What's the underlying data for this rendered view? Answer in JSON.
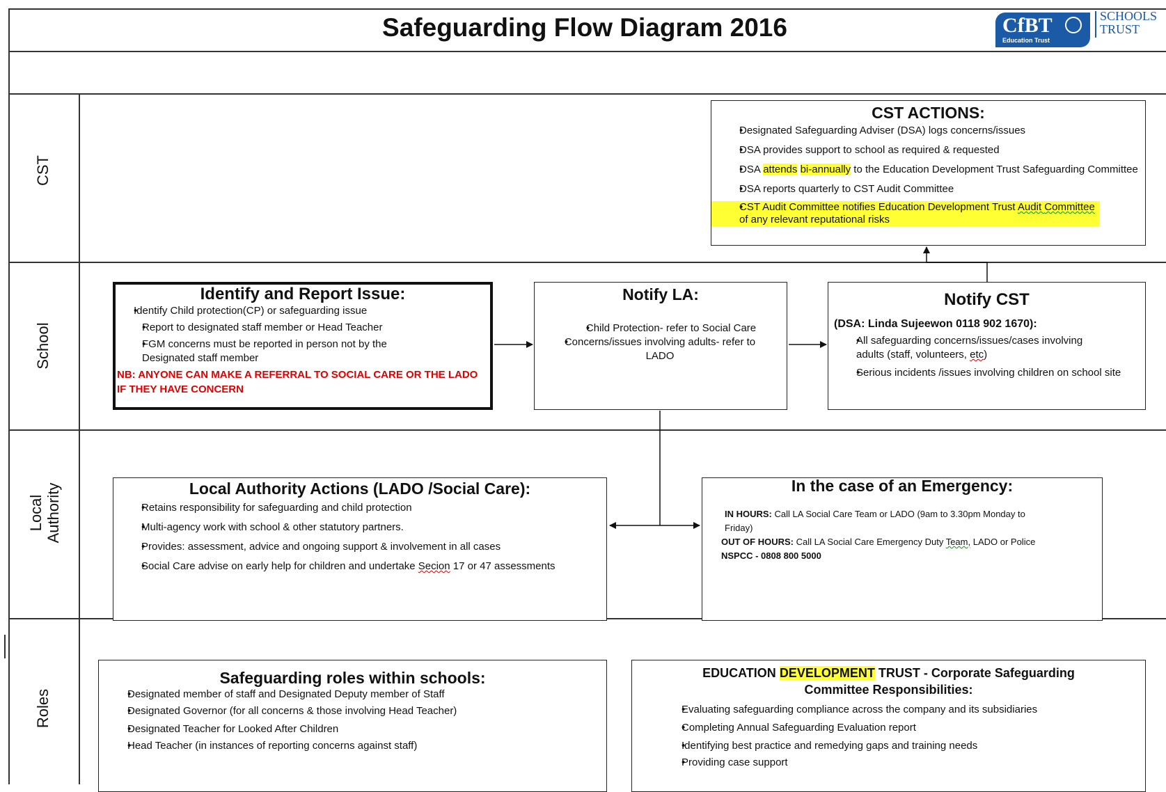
{
  "header": {
    "title": "Safeguarding Flow Diagram 2016",
    "logo": {
      "main": "CfBT",
      "sub": "Education Trust",
      "side_line1": "SCHOOLS",
      "side_line2": "TRUST",
      "color": "#1a5aa6"
    }
  },
  "lanes": [
    "CST",
    "School",
    "Local Authority",
    "Roles"
  ],
  "cst_actions": {
    "title": "CST ACTIONS:",
    "items": [
      "Designated Safeguarding Adviser (DSA) logs concerns/issues",
      "DSA provides support to school as required & requested",
      "DSA attends bi-annually to the Education Development  Trust Safeguarding Committee",
      "DSA reports quarterly to CST Audit Committee",
      "CST Audit Committee notifies Education Development Trust Audit Committee of any relevant reputational risks"
    ],
    "item3_parts": [
      "DSA ",
      "attends",
      " ",
      "bi-annually",
      " to the Education Development  Trust Safeguarding Committee"
    ],
    "item5_parts": [
      "CST Audit Committee notifies Education Development Trust ",
      "Audit ",
      "Committee",
      " of any relevant reputational risks"
    ]
  },
  "identify": {
    "title": "Identify and Report Issue:",
    "items": [
      "Identify Child protection(CP) or safeguarding issue",
      "Report to designated staff member or Head Teacher",
      "FGM concerns must be reported in person not by the Designated staff member"
    ],
    "note": "NB: ANYONE CAN MAKE A REFERRAL TO SOCIAL CARE OR THE LADO IF THEY HAVE CONCERN"
  },
  "notify_la": {
    "title": "Notify LA:",
    "items": [
      "Child Protection- refer to Social Care",
      "Concerns/issues involving adults- refer to LADO"
    ]
  },
  "notify_cst": {
    "title": "Notify CST",
    "contact": "(DSA: Linda Sujeewon 0118 902 1670):",
    "items": [
      "All safeguarding concerns/issues/cases involving adults (staff, volunteers, etc)",
      "Serious incidents /issues involving children on school site"
    ]
  },
  "la_actions": {
    "title": "Local Authority Actions (LADO /Social Care):",
    "items": [
      "Retains responsibility for safeguarding and child protection",
      "Multi-agency work with school & other statutory partners.",
      "Provides: assessment, advice and ongoing support & involvement in all cases",
      "Social Care advise on early help for children and undertake Secion 17 or 47 assessments"
    ]
  },
  "emergency": {
    "title": "In the case of an Emergency:",
    "in_hours_label": "IN HOURS:",
    "in_hours_text": "Call LA Social Care Team or LADO (9am to 3.30pm Monday to Friday)",
    "out_hours_label": "OUT OF HOURS:",
    "out_hours_text": "Call LA Social Care Emergency Duty Team,  LADO or Police",
    "nspcc": "NSPCC - 0808 800 5000"
  },
  "roles_school": {
    "title": "Safeguarding roles within schools:",
    "items": [
      "Designated member of staff and Designated Deputy member of Staff",
      "Designated Governor (for all concerns & those involving Head Teacher)",
      "Designated Teacher for Looked After Children",
      "Head Teacher (in instances of reporting concerns against staff)"
    ]
  },
  "roles_edt": {
    "title_parts": [
      "EDUCATION ",
      "DEVELOPMENT",
      " TRUST - Corporate Safeguarding"
    ],
    "title_line2": "Committee Responsibilities:",
    "items": [
      "Evaluating safeguarding compliance across the company and its subsidiaries",
      "Completing Annual Safeguarding Evaluation report",
      "Identifying best practice and remedying gaps and training needs",
      "Providing case support"
    ]
  },
  "colors": {
    "highlight": "#ffff33",
    "note_red": "#e00000",
    "line": "#222222"
  }
}
